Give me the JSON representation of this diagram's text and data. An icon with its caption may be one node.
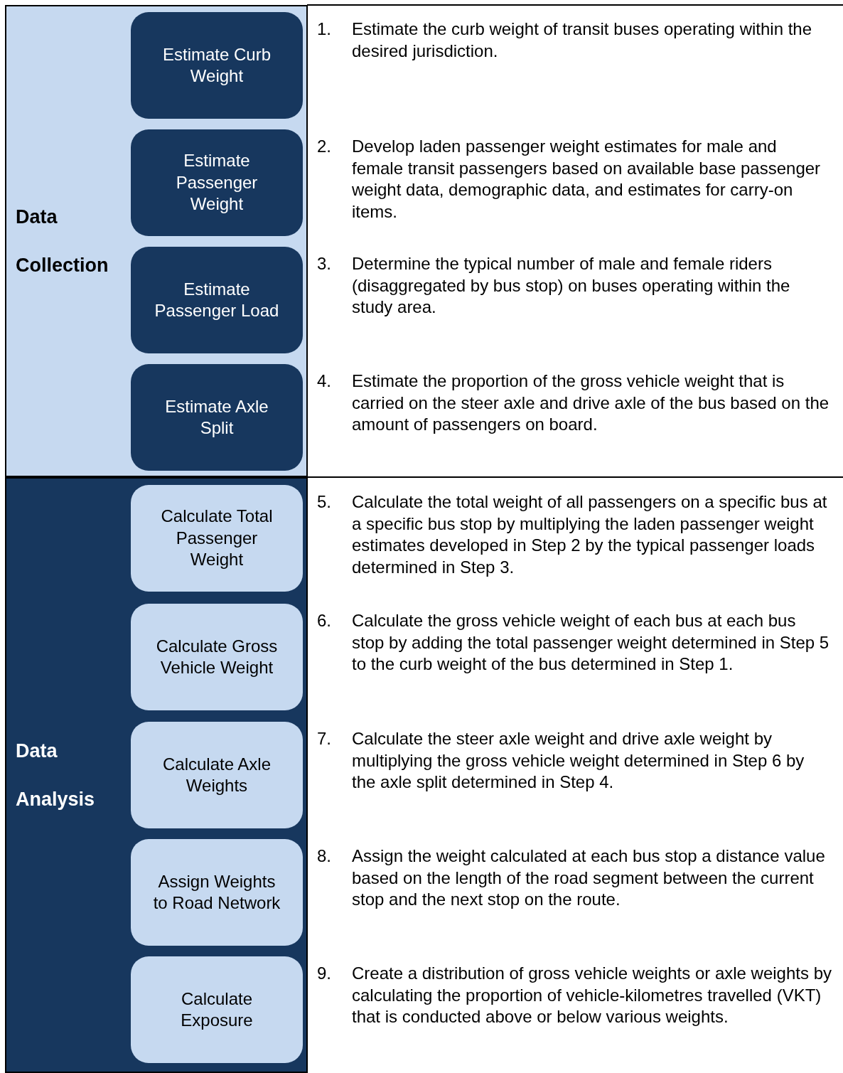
{
  "diagram": {
    "nodes": [
      {
        "text": [
          "Data Collection"
        ]
      },
      {
        "text": [
          "Estimate Curb Weight"
        ],
        "in": 0,
        "beside": [
          "1.",
          "Estimate the curb weight of transit buses operating within the desired jurisdiction."
        ]
      },
      {
        "text": [
          "Estimate Passenger Weight"
        ],
        "in": 0,
        "beside": [
          "2.",
          "Develop laden passenger weight estimates for male and female transit passengers based on available base passenger weight data, demographic data, and estimates for carry-on items."
        ]
      },
      {
        "text": [
          "Estimate Passenger Load"
        ],
        "in": 0,
        "beside": [
          "3.",
          "Determine the typical number of male and female riders (disaggregated by bus stop) on buses operating within the study area."
        ]
      },
      {
        "text": [
          "Estimate Axle Split"
        ],
        "in": 0,
        "beside": [
          "4.",
          "Estimate the proportion of the gross vehicle weight that is carried on the steer axle and drive axle of the bus based on the amount of passengers on board."
        ]
      },
      {
        "text": [
          "Data Analysis"
        ]
      },
      {
        "text": [
          "Calculate Total Passenger Weight"
        ],
        "in": 5,
        "beside": [
          "5.",
          "Calculate the total weight of all passengers on a specific bus at a specific bus stop by multiplying the laden passenger weight estimates developed in Step 2 by the typical passenger loads determined in Step 3."
        ]
      },
      {
        "text": [
          "Calculate Gross Vehicle Weight"
        ],
        "in": 5,
        "beside": [
          "6.",
          "Calculate the gross vehicle weight of each bus at each bus stop by adding the total passenger weight determined in Step 5 to the curb weight of the bus determined in Step 1."
        ]
      },
      {
        "text": [
          "Calculate Axle Weights"
        ],
        "in": 5,
        "beside": [
          "7.",
          "Calculate the steer axle weight and drive axle weight by multiplying the gross vehicle weight determined in Step 6 by the axle split determined in Step 4."
        ]
      },
      {
        "text": [
          "Assign Weights to Road Network"
        ],
        "in": 5,
        "beside": [
          "8.",
          "Assign the weight calculated at each bus stop a distance value based on the length of the road segment between the current stop and the next stop on the route."
        ]
      },
      {
        "text": [
          "Calculate Exposure"
        ],
        "in": 5,
        "beside": [
          "9.",
          "Create a distribution of gross vehicle weights or axle weights by calculating the proportion of vehicle-kilometres travelled (VKT) that is conducted above or below various weights."
        ]
      }
    ]
  }
}
